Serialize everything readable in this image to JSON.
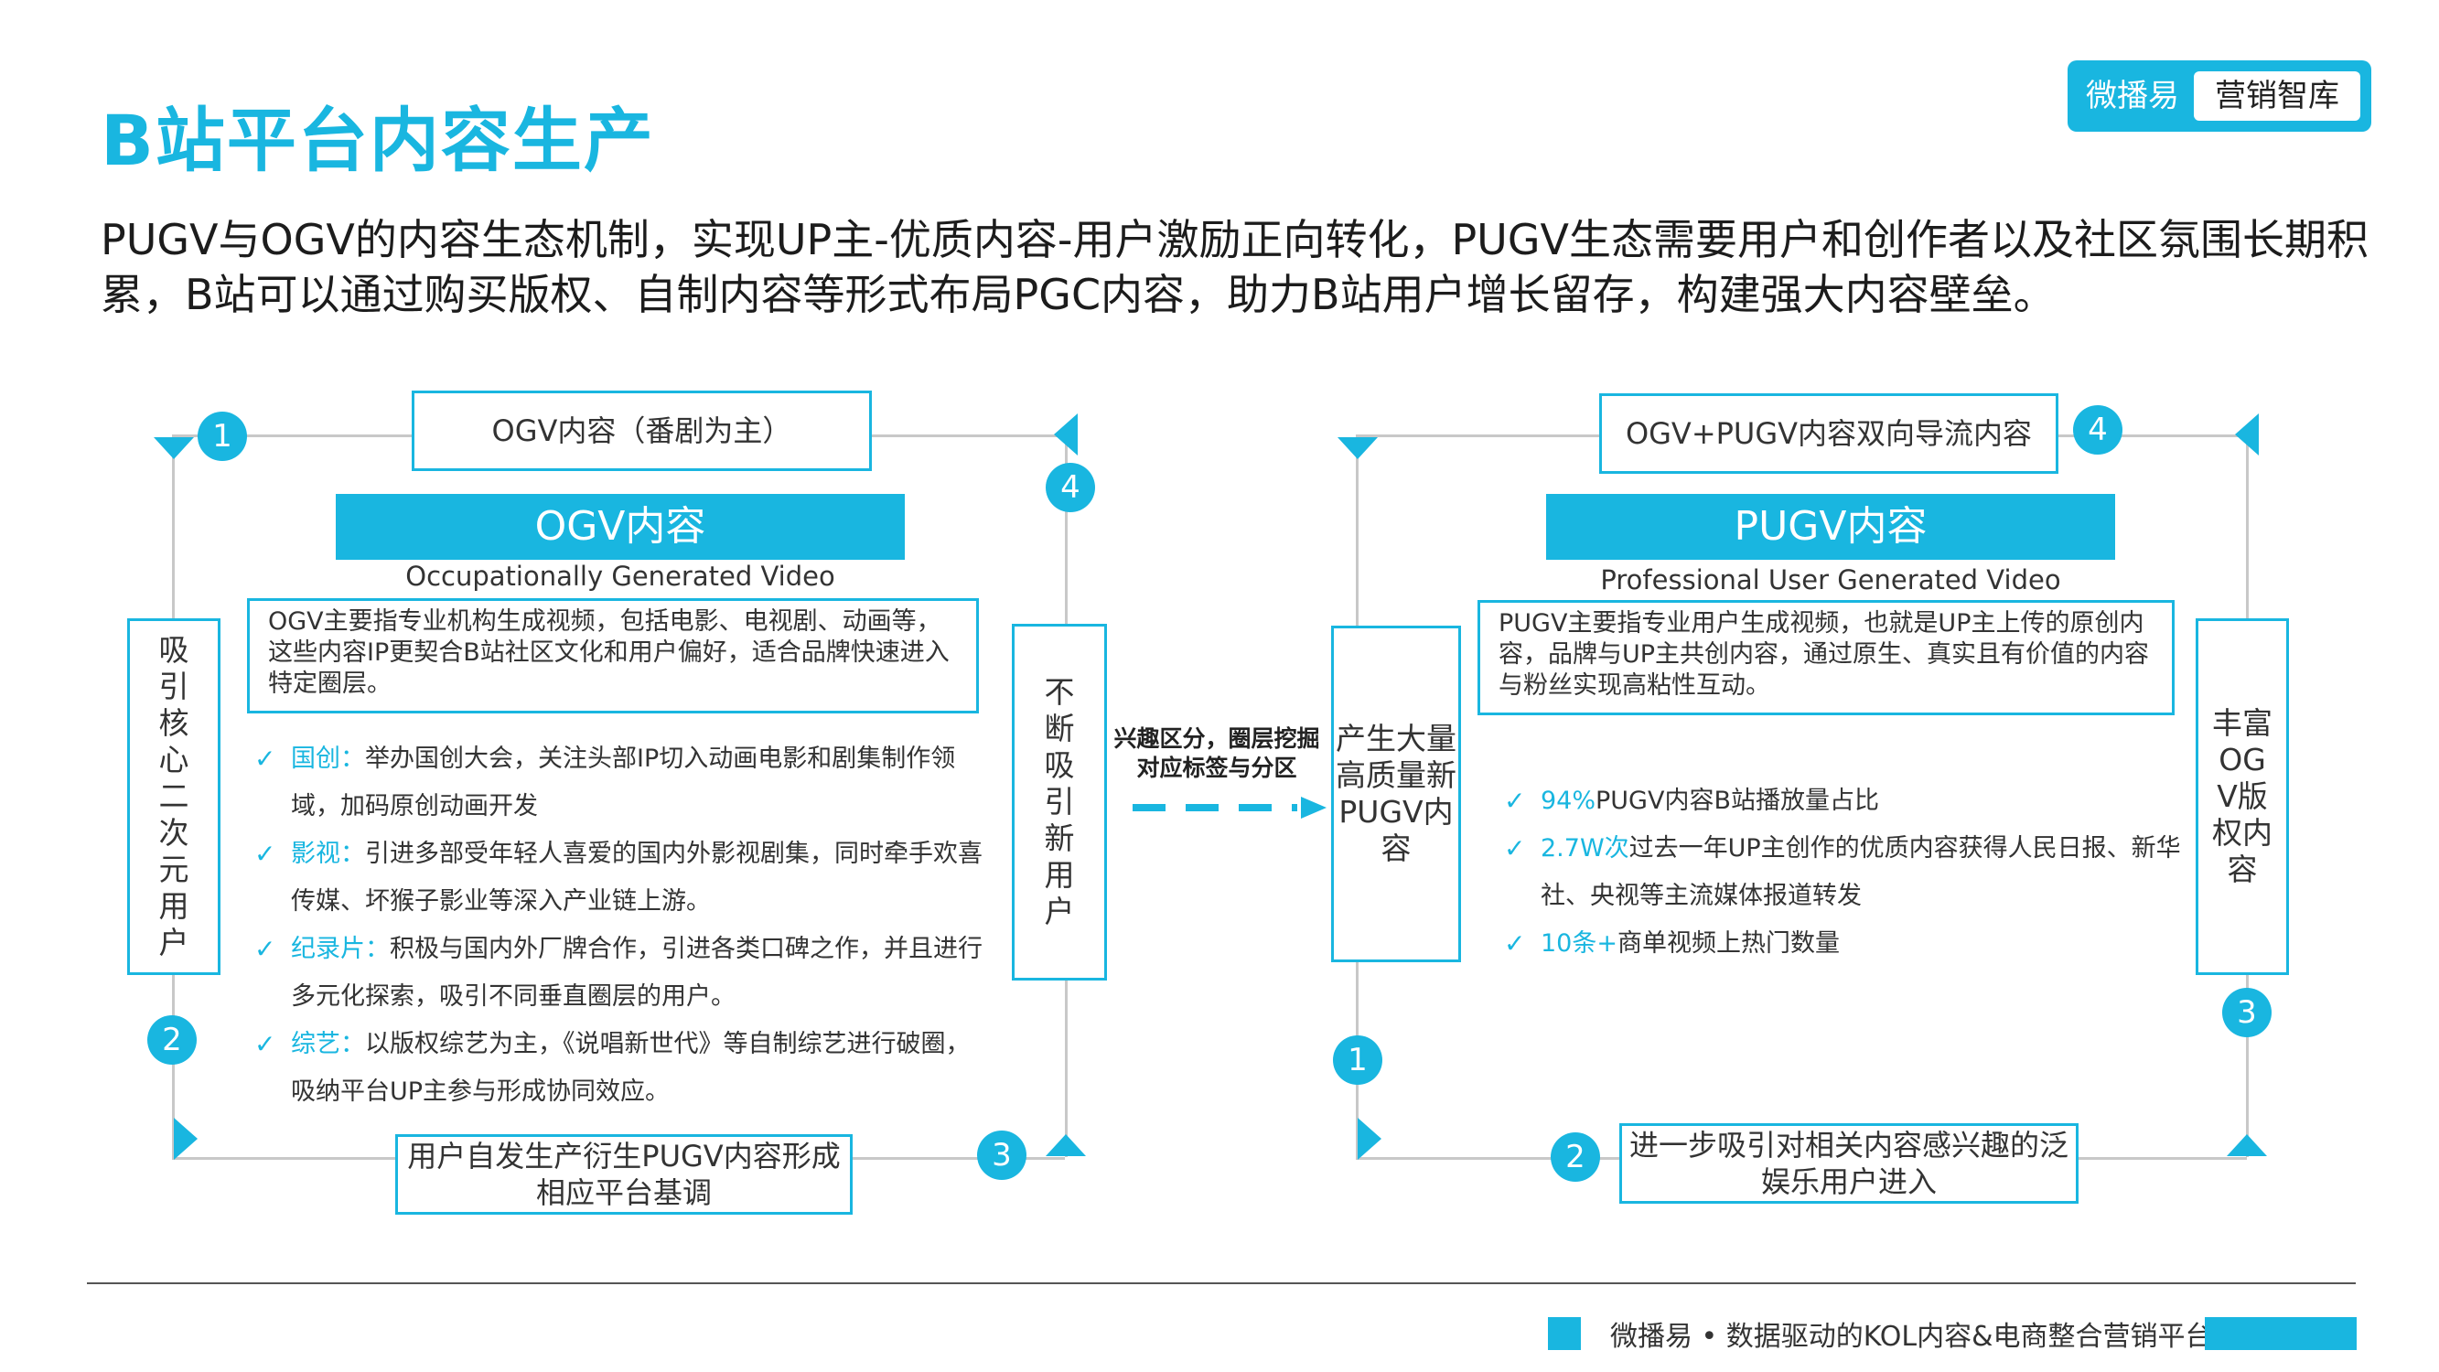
{
  "header": {
    "title": "B站平台内容生产",
    "brand_left": "微播易",
    "brand_right": "营销智库",
    "intro": "PUGV与OGV的内容生态机制，实现UP主-优质内容-用户激励正向转化，PUGV生态需要用户和创作者以及社区氛围长期积累，B站可以通过购买版权、自制内容等形式布局PGC内容，助力B站用户增长留存，构建强大内容壁垒。"
  },
  "left": {
    "top_label": "OGV内容（番剧为主）",
    "banner": "OGV内容",
    "subtitle": "Occupationally Generated Video",
    "desc": "OGV主要指专业机构生成视频，包括电影、电视剧、动画等，这些内容IP更契合B站社区文化和用户偏好，适合品牌快速进入特定圈层。",
    "side_left": "吸引核心二次元用户",
    "side_right": "不断吸引新用户",
    "bottom_label": "用户自发生产衍生PUGV内容形成相应平台基调",
    "bullets": [
      {
        "key": "国创：",
        "text": "举办国创大会，关注头部IP切入动画电影和剧集制作领域，加码原创动画开发"
      },
      {
        "key": "影视：",
        "text": "引进多部受年轻人喜爱的国内外影视剧集，同时牵手欢喜传媒、坏猴子影业等深入产业链上游。"
      },
      {
        "key": "纪录片：",
        "text": "积极与国内外厂牌合作，引进各类口碑之作，并且进行多元化探索，吸引不同垂直圈层的用户。"
      },
      {
        "key": "综艺：",
        "text": "以版权综艺为主，《说唱新世代》等自制综艺进行破圈，吸纳平台UP主参与形成协同效应。"
      }
    ],
    "nums": {
      "n1": "1",
      "n2": "2",
      "n3": "3",
      "n4": "4"
    }
  },
  "middle": {
    "caption": "兴趣区分，圈层挖掘对应标签与分区"
  },
  "right": {
    "top_label": "OGV+PUGV内容双向导流内容",
    "banner": "PUGV内容",
    "subtitle": "Professional User Generated Video",
    "desc": "PUGV主要指专业用户生成视频，也就是UP主上传的原创内容，品牌与UP主共创内容，通过原生、真实且有价值的内容与粉丝实现高粘性互动。",
    "side_left": "产生大量高质量新PUGV内容",
    "side_right": "丰富OGV版权内容",
    "bottom_label": "进一步吸引对相关内容感兴趣的泛娱乐用户进入",
    "bullets": [
      {
        "key": "94%",
        "text": "PUGV内容B站播放量占比"
      },
      {
        "key": "2.7W次",
        "text": "过去一年UP主创作的优质内容获得人民日报、新华社、央视等主流媒体报道转发"
      },
      {
        "key": "10条+",
        "text": "商单视频上热门数量"
      }
    ],
    "nums": {
      "n1": "1",
      "n2": "2",
      "n3": "3",
      "n4": "4"
    }
  },
  "footer": {
    "text": "微播易 • 数据驱动的KOL内容&电商整合营销平台"
  },
  "colors": {
    "accent": "#19b6e0",
    "line": "#c8c8c8"
  }
}
